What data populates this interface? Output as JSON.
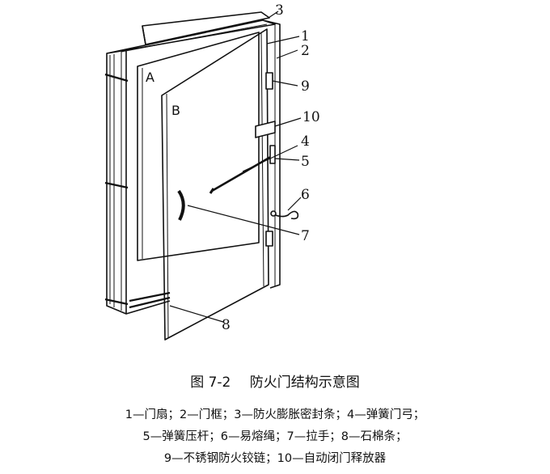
{
  "labels": {
    "A": "A",
    "B": "B",
    "n1": "1",
    "n2": "2",
    "n3": "3",
    "n4": "4",
    "n5": "5",
    "n6": "6",
    "n7": "7",
    "n8": "8",
    "n9": "9",
    "n10": "10"
  },
  "caption": {
    "number": "图 7-2",
    "title": "防火门结构示意图"
  },
  "legend": {
    "line1": "1—门扇；2—门框；3—防火膨胀密封条；4—弹簧门弓；",
    "line2": "5—弹簧压杆；6—易熔绳；7—拉手；8—石棉条；",
    "line3": "9—不锈钢防火铰链；10—自动闭门释放器"
  }
}
